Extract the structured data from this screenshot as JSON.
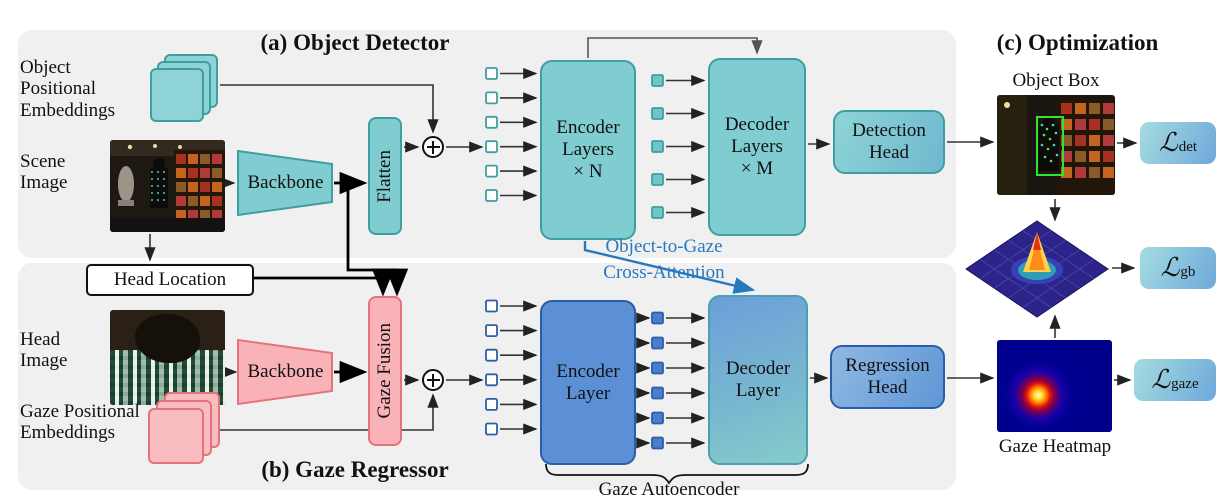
{
  "titles": {
    "a": "(a) Object Detector",
    "b": "(b) Gaze Regressor",
    "c": "(c) Optimization"
  },
  "object_detector": {
    "pos_emb_label": "Object Positional Embeddings",
    "scene_image_label": "Scene Image",
    "backbone": "Backbone",
    "flatten": "Flatten",
    "encoder": "Encoder Layers",
    "encoder_mult": "× N",
    "decoder": "Decoder Layers",
    "decoder_mult": "× M",
    "detection_head": "Detection Head",
    "input_tokens": 6,
    "mid_tokens": 5
  },
  "gaze_regressor": {
    "head_location": "Head Location",
    "head_image_label": "Head Image",
    "backbone": "Backbone",
    "gaze_fusion": "Gaze Fusion",
    "pos_emb_label": "Gaze Positional Embeddings",
    "encoder": "Encoder Layer",
    "decoder": "Decoder Layer",
    "regression_head": "Regression Head",
    "autoencoder_label": "Gaze Autoencoder",
    "input_tokens": 6,
    "mid_tokens": 6
  },
  "cross_attention": {
    "line1": "Object-to-Gaze",
    "line2": "Cross-Attention"
  },
  "optimization": {
    "object_box_label": "Object Box",
    "gaze_heatmap_label": "Gaze Heatmap",
    "losses": [
      {
        "symbol": "ℒ",
        "sub": "det"
      },
      {
        "symbol": "ℒ",
        "sub": "gb"
      },
      {
        "symbol": "ℒ",
        "sub": "gaze"
      }
    ]
  },
  "colors": {
    "teal": "#7fcdd1",
    "teal_border": "#3f9ea1",
    "pink": "#f9b3b8",
    "pink_border": "#e4737c",
    "blue": "#5b90d4",
    "blue_border": "#2b5cab",
    "accent_blue": "#2878be",
    "panel_bg": "#f0f0f0"
  }
}
